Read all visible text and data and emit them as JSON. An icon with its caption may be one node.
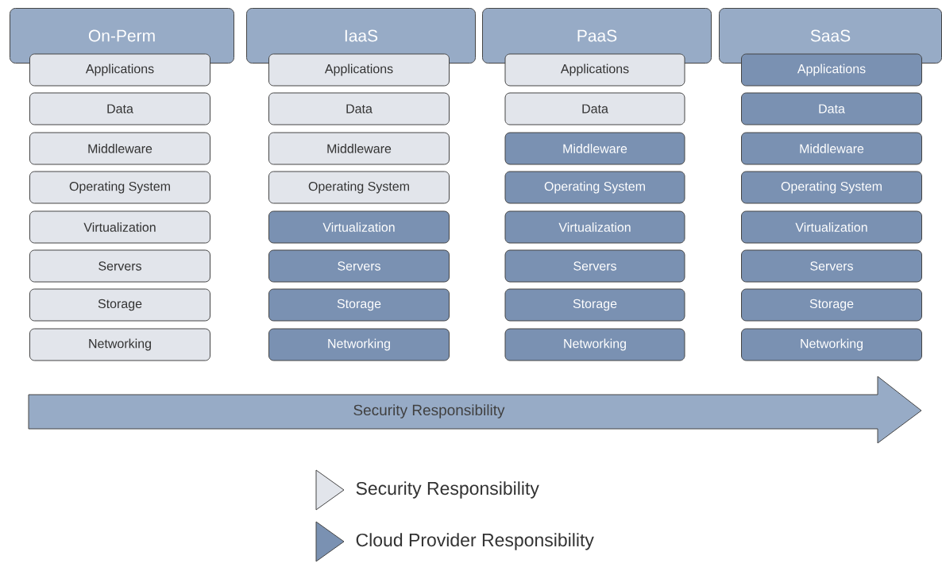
{
  "diagram": {
    "nodes": [
      {
        "text": [
          "On-Perm"
        ]
      },
      {
        "text": [
          "Applications"
        ]
      },
      {
        "text": [
          "Data"
        ]
      },
      {
        "text": [
          "Middleware"
        ]
      },
      {
        "text": [
          "Operating System"
        ]
      },
      {
        "text": [
          "Virtualization"
        ]
      },
      {
        "text": [
          "Servers"
        ]
      },
      {
        "text": [
          "Storage"
        ]
      },
      {
        "text": [
          "Networking"
        ]
      },
      {
        "text": [
          "IaaS"
        ]
      },
      {
        "text": [
          "Applications"
        ]
      },
      {
        "text": [
          "Data"
        ]
      },
      {
        "text": [
          "Middleware"
        ]
      },
      {
        "text": [
          "Operating System"
        ]
      },
      {
        "text": [
          "Virtualization"
        ]
      },
      {
        "text": [
          "Servers"
        ]
      },
      {
        "text": [
          "Storage"
        ]
      },
      {
        "text": [
          "Networking"
        ]
      },
      {
        "text": [
          "PaaS"
        ]
      },
      {
        "text": [
          "Applications"
        ]
      },
      {
        "text": [
          "Data"
        ]
      },
      {
        "text": [
          "Middleware"
        ]
      },
      {
        "text": [
          "Operating System"
        ]
      },
      {
        "text": [
          "Virtualization"
        ]
      },
      {
        "text": [
          "Servers"
        ]
      },
      {
        "text": [
          "Storage"
        ]
      },
      {
        "text": [
          "Networking"
        ]
      },
      {
        "text": [
          "SaaS"
        ]
      },
      {
        "text": [
          "Applications"
        ]
      },
      {
        "text": [
          "Data"
        ]
      },
      {
        "text": [
          "Middleware"
        ]
      },
      {
        "text": [
          "Operating System"
        ]
      },
      {
        "text": [
          "Virtualization"
        ]
      },
      {
        "text": [
          "Servers"
        ]
      },
      {
        "text": [
          "Storage"
        ]
      },
      {
        "text": [
          "Networking"
        ]
      },
      {
        "text": [
          "Security Responsibility"
        ]
      }
    ],
    "legend": [
      {
        "text": "Security Responsibility",
        "color": "#e2e5eb"
      },
      {
        "text": "Cloud Provider Responsibility",
        "color": "#7a91b2"
      }
    ]
  }
}
